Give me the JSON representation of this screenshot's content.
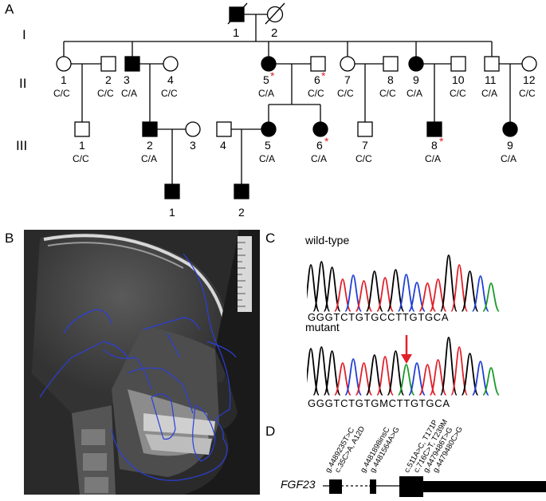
{
  "panels": {
    "a": "A",
    "b": "B",
    "c": "C",
    "d": "D"
  },
  "pedigree": {
    "generations": [
      "I",
      "II",
      "III"
    ],
    "gen_I": [
      {
        "num": "1",
        "affected": true,
        "sex": "male",
        "deceased": true
      },
      {
        "num": "2",
        "affected": false,
        "sex": "female",
        "deceased": true
      }
    ],
    "gen_II": [
      {
        "num": "1",
        "genotype": "C/C",
        "sex": "female",
        "affected": false
      },
      {
        "num": "2",
        "genotype": "C/C",
        "sex": "male",
        "affected": false
      },
      {
        "num": "3",
        "genotype": "C/A",
        "sex": "male",
        "affected": true
      },
      {
        "num": "4",
        "genotype": "C/C",
        "sex": "female",
        "affected": false
      },
      {
        "num": "5",
        "genotype": "C/A",
        "sex": "female",
        "affected": true,
        "star": "*"
      },
      {
        "num": "6",
        "genotype": "C/C",
        "sex": "male",
        "affected": false,
        "star": "*"
      },
      {
        "num": "7",
        "genotype": "C/C",
        "sex": "female",
        "affected": false
      },
      {
        "num": "8",
        "genotype": "C/C",
        "sex": "male",
        "affected": false
      },
      {
        "num": "9",
        "genotype": "C/A",
        "sex": "female",
        "affected": true
      },
      {
        "num": "10",
        "genotype": "C/C",
        "sex": "male",
        "affected": false
      },
      {
        "num": "11",
        "genotype": "C/A",
        "sex": "male",
        "affected": false
      },
      {
        "num": "12",
        "genotype": "C/C",
        "sex": "female",
        "affected": false
      }
    ],
    "gen_III": [
      {
        "num": "1",
        "genotype": "C/C",
        "sex": "male",
        "affected": false
      },
      {
        "num": "2",
        "genotype": "C/A",
        "sex": "male",
        "affected": true
      },
      {
        "num": "3",
        "genotype": "",
        "sex": "female",
        "affected": false
      },
      {
        "num": "4",
        "genotype": "",
        "sex": "male",
        "affected": false
      },
      {
        "num": "5",
        "genotype": "C/A",
        "sex": "female",
        "affected": true
      },
      {
        "num": "6",
        "genotype": "C/A",
        "sex": "female",
        "affected": true,
        "star": "*"
      },
      {
        "num": "7",
        "genotype": "C/C",
        "sex": "male",
        "affected": false
      },
      {
        "num": "8",
        "genotype": "C/A",
        "sex": "male",
        "affected": true,
        "star": "*"
      },
      {
        "num": "9",
        "genotype": "C/A",
        "sex": "female",
        "affected": true
      }
    ],
    "gen_IV": [
      {
        "num": "1",
        "sex": "male",
        "affected": true
      },
      {
        "num": "2",
        "sex": "male",
        "affected": true
      }
    ]
  },
  "sequencing": {
    "wildtype_label": "wild-type",
    "wildtype_seq": "GGGTCTGTGCCTTGTGCA",
    "mutant_label": "mutant",
    "mutant_seq": "GGGTCTGTGMCTTGTGCA",
    "colors": {
      "G": "#000000",
      "C": "#1f3fd6",
      "T": "#e0202a",
      "A": "#1a9a2a",
      "M": "#1a9a2a"
    }
  },
  "gene": {
    "name": "FGF23",
    "variants": [
      "g.4489235T>C",
      "c.35C>A, A12D",
      "g.4481898insC",
      "g.4481564A>G",
      "c.511A>C, T171P",
      "c.716C>T, T239M",
      "g.4479486T>G",
      "g.4479480C>G"
    ]
  }
}
